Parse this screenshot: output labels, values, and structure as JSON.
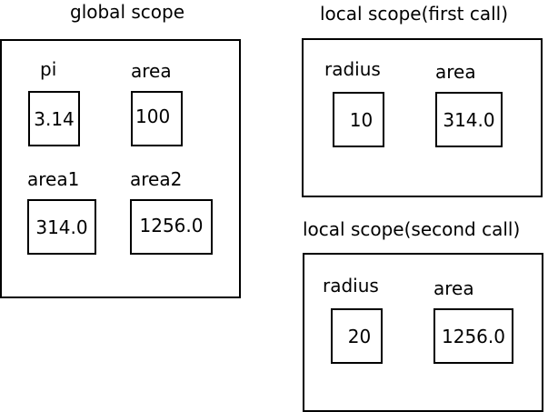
{
  "global_scope": {
    "title": "global scope",
    "variables": [
      {
        "name": "pi",
        "value": "3.14"
      },
      {
        "name": "area",
        "value": "100"
      },
      {
        "name": "area1",
        "value": "314.0"
      },
      {
        "name": "area2",
        "value": "1256.0"
      }
    ]
  },
  "local_scope_first": {
    "title": "local scope(first call)",
    "variables": [
      {
        "name": "radius",
        "value": "10"
      },
      {
        "name": "area",
        "value": "314.0"
      }
    ]
  },
  "local_scope_second": {
    "title": "local scope(second call)",
    "variables": [
      {
        "name": "radius",
        "value": "20"
      },
      {
        "name": "area",
        "value": "1256.0"
      }
    ]
  }
}
